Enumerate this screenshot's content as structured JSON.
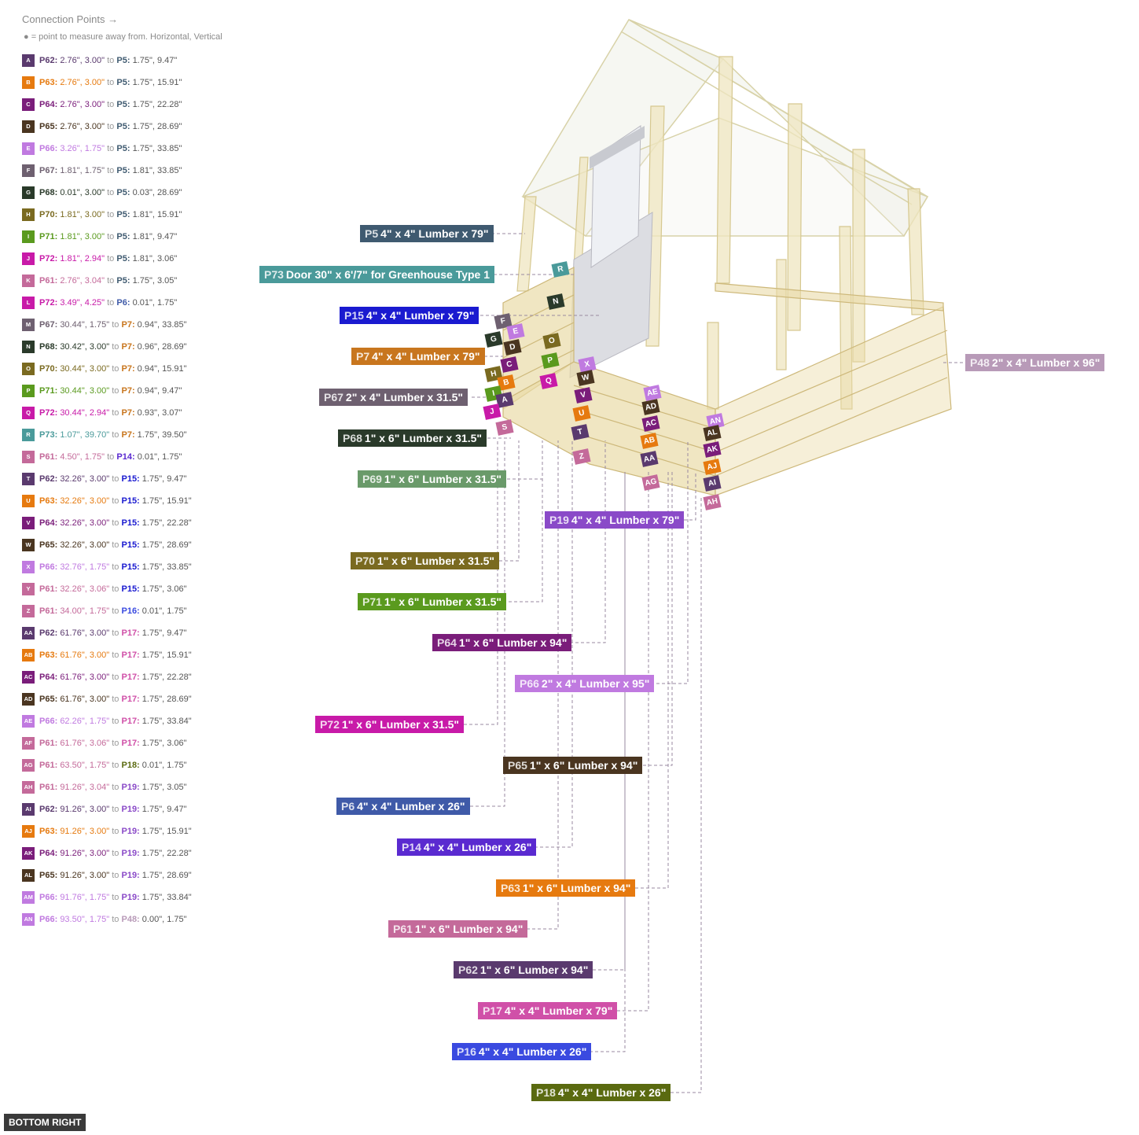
{
  "header": {
    "title": "Connection Points →",
    "note": "● = point to measure away from. Horizontal, Vertical"
  },
  "connection_points": [
    {
      "id": "A",
      "color": "#5a3a6e",
      "from": "P62:",
      "from_color": "#5a3a6e",
      "from_val": "2.76\", 3.00\"",
      "to": "to",
      "target": "P5:",
      "target_color": "#3f5a70",
      "target_val": "1.75\", 9.47\""
    },
    {
      "id": "B",
      "color": "#e67a0f",
      "from": "P63:",
      "from_color": "#e67a0f",
      "from_val": "2.76\", 3.00\"",
      "to": "to",
      "target": "P5:",
      "target_color": "#3f5a70",
      "target_val": "1.75\", 15.91\""
    },
    {
      "id": "C",
      "color": "#7a1d7a",
      "from": "P64:",
      "from_color": "#7a1d7a",
      "from_val": "2.76\", 3.00\"",
      "to": "to",
      "target": "P5:",
      "target_color": "#3f5a70",
      "target_val": "1.75\", 22.28\""
    },
    {
      "id": "D",
      "color": "#4a3520",
      "from": "P65:",
      "from_color": "#4a3520",
      "from_val": "2.76\", 3.00\"",
      "to": "to",
      "target": "P5:",
      "target_color": "#3f5a70",
      "target_val": "1.75\", 28.69\""
    },
    {
      "id": "E",
      "color": "#c07ae0",
      "from": "P66:",
      "from_color": "#c07ae0",
      "from_val": "3.26\", 1.75\"",
      "to": "to",
      "target": "P5:",
      "target_color": "#3f5a70",
      "target_val": "1.75\", 33.85\""
    },
    {
      "id": "F",
      "color": "#6e6070",
      "from": "P67:",
      "from_color": "#6e6070",
      "from_val": "1.81\", 1.75\"",
      "to": "to",
      "target": "P5:",
      "target_color": "#3f5a70",
      "target_val": "1.81\", 33.85\""
    },
    {
      "id": "G",
      "color": "#2a3a2a",
      "from": "P68:",
      "from_color": "#2a3a2a",
      "from_val": "0.01\", 3.00\"",
      "to": "to",
      "target": "P5:",
      "target_color": "#3f5a70",
      "target_val": "0.03\", 28.69\""
    },
    {
      "id": "H",
      "color": "#7a6a20",
      "from": "P70:",
      "from_color": "#7a6a20",
      "from_val": "1.81\", 3.00\"",
      "to": "to",
      "target": "P5:",
      "target_color": "#3f5a70",
      "target_val": "1.81\", 15.91\""
    },
    {
      "id": "I",
      "color": "#5a9a1e",
      "from": "P71:",
      "from_color": "#5a9a1e",
      "from_val": "1.81\", 3.00\"",
      "to": "to",
      "target": "P5:",
      "target_color": "#3f5a70",
      "target_val": "1.81\", 9.47\""
    },
    {
      "id": "J",
      "color": "#c81aa8",
      "from": "P72:",
      "from_color": "#c81aa8",
      "from_val": "1.81\", 2.94\"",
      "to": "to",
      "target": "P5:",
      "target_color": "#3f5a70",
      "target_val": "1.81\", 3.06\""
    },
    {
      "id": "K",
      "color": "#c46a9a",
      "from": "P61:",
      "from_color": "#c46a9a",
      "from_val": "2.76\", 3.04\"",
      "to": "to",
      "target": "P5:",
      "target_color": "#3f5a70",
      "target_val": "1.75\", 3.05\""
    },
    {
      "id": "L",
      "color": "#c81aa8",
      "from": "P72:",
      "from_color": "#c81aa8",
      "from_val": "3.49\", 4.25\"",
      "to": "to",
      "target": "P6:",
      "target_color": "#3f5aa8",
      "target_val": "0.01\", 1.75\""
    },
    {
      "id": "M",
      "color": "#6e6070",
      "from": "P67:",
      "from_color": "#6e6070",
      "from_val": "30.44\", 1.75\"",
      "to": "to",
      "target": "P7:",
      "target_color": "#c8761e",
      "target_val": "0.94\", 33.85\""
    },
    {
      "id": "N",
      "color": "#2a3a2a",
      "from": "P68:",
      "from_color": "#2a3a2a",
      "from_val": "30.42\", 3.00\"",
      "to": "to",
      "target": "P7:",
      "target_color": "#c8761e",
      "target_val": "0.96\", 28.69\""
    },
    {
      "id": "O",
      "color": "#7a6a20",
      "from": "P70:",
      "from_color": "#7a6a20",
      "from_val": "30.44\", 3.00\"",
      "to": "to",
      "target": "P7:",
      "target_color": "#c8761e",
      "target_val": "0.94\", 15.91\""
    },
    {
      "id": "P",
      "color": "#5a9a1e",
      "from": "P71:",
      "from_color": "#5a9a1e",
      "from_val": "30.44\", 3.00\"",
      "to": "to",
      "target": "P7:",
      "target_color": "#c8761e",
      "target_val": "0.94\", 9.47\""
    },
    {
      "id": "Q",
      "color": "#c81aa8",
      "from": "P72:",
      "from_color": "#c81aa8",
      "from_val": "30.44\", 2.94\"",
      "to": "to",
      "target": "P7:",
      "target_color": "#c8761e",
      "target_val": "0.93\", 3.07\""
    },
    {
      "id": "R",
      "color": "#4a9a9a",
      "from": "P73:",
      "from_color": "#4a9a9a",
      "from_val": "1.07\", 39.70\"",
      "to": "to",
      "target": "P7:",
      "target_color": "#c8761e",
      "target_val": "1.75\", 39.50\""
    },
    {
      "id": "S",
      "color": "#c46a9a",
      "from": "P61:",
      "from_color": "#c46a9a",
      "from_val": "4.50\", 1.75\"",
      "to": "to",
      "target": "P14:",
      "target_color": "#5a2ad0",
      "target_val": "0.01\", 1.75\""
    },
    {
      "id": "T",
      "color": "#5a3a6e",
      "from": "P62:",
      "from_color": "#5a3a6e",
      "from_val": "32.26\", 3.00\"",
      "to": "to",
      "target": "P15:",
      "target_color": "#1a1ad0",
      "target_val": "1.75\", 9.47\""
    },
    {
      "id": "U",
      "color": "#e67a0f",
      "from": "P63:",
      "from_color": "#e67a0f",
      "from_val": "32.26\", 3.00\"",
      "to": "to",
      "target": "P15:",
      "target_color": "#1a1ad0",
      "target_val": "1.75\", 15.91\""
    },
    {
      "id": "V",
      "color": "#7a1d7a",
      "from": "P64:",
      "from_color": "#7a1d7a",
      "from_val": "32.26\", 3.00\"",
      "to": "to",
      "target": "P15:",
      "target_color": "#1a1ad0",
      "target_val": "1.75\", 22.28\""
    },
    {
      "id": "W",
      "color": "#4a3520",
      "from": "P65:",
      "from_color": "#4a3520",
      "from_val": "32.26\", 3.00\"",
      "to": "to",
      "target": "P15:",
      "target_color": "#1a1ad0",
      "target_val": "1.75\", 28.69\""
    },
    {
      "id": "X",
      "color": "#c07ae0",
      "from": "P66:",
      "from_color": "#c07ae0",
      "from_val": "32.76\", 1.75\"",
      "to": "to",
      "target": "P15:",
      "target_color": "#1a1ad0",
      "target_val": "1.75\", 33.85\""
    },
    {
      "id": "Y",
      "color": "#c46a9a",
      "from": "P61:",
      "from_color": "#c46a9a",
      "from_val": "32.26\", 3.06\"",
      "to": "to",
      "target": "P15:",
      "target_color": "#1a1ad0",
      "target_val": "1.75\", 3.06\""
    },
    {
      "id": "Z",
      "color": "#c46a9a",
      "from": "P61:",
      "from_color": "#c46a9a",
      "from_val": "34.00\", 1.75\"",
      "to": "to",
      "target": "P16:",
      "target_color": "#3a4ae0",
      "target_val": "0.01\", 1.75\""
    },
    {
      "id": "AA",
      "color": "#5a3a6e",
      "from": "P62:",
      "from_color": "#5a3a6e",
      "from_val": "61.76\", 3.00\"",
      "to": "to",
      "target": "P17:",
      "target_color": "#d050a8",
      "target_val": "1.75\", 9.47\""
    },
    {
      "id": "AB",
      "color": "#e67a0f",
      "from": "P63:",
      "from_color": "#e67a0f",
      "from_val": "61.76\", 3.00\"",
      "to": "to",
      "target": "P17:",
      "target_color": "#d050a8",
      "target_val": "1.75\", 15.91\""
    },
    {
      "id": "AC",
      "color": "#7a1d7a",
      "from": "P64:",
      "from_color": "#7a1d7a",
      "from_val": "61.76\", 3.00\"",
      "to": "to",
      "target": "P17:",
      "target_color": "#d050a8",
      "target_val": "1.75\", 22.28\""
    },
    {
      "id": "AD",
      "color": "#4a3520",
      "from": "P65:",
      "from_color": "#4a3520",
      "from_val": "61.76\", 3.00\"",
      "to": "to",
      "target": "P17:",
      "target_color": "#d050a8",
      "target_val": "1.75\", 28.69\""
    },
    {
      "id": "AE",
      "color": "#c07ae0",
      "from": "P66:",
      "from_color": "#c07ae0",
      "from_val": "62.26\", 1.75\"",
      "to": "to",
      "target": "P17:",
      "target_color": "#d050a8",
      "target_val": "1.75\", 33.84\""
    },
    {
      "id": "AF",
      "color": "#c46a9a",
      "from": "P61:",
      "from_color": "#c46a9a",
      "from_val": "61.76\", 3.06\"",
      "to": "to",
      "target": "P17:",
      "target_color": "#d050a8",
      "target_val": "1.75\", 3.06\""
    },
    {
      "id": "AG",
      "color": "#c46a9a",
      "from": "P61:",
      "from_color": "#c46a9a",
      "from_val": "63.50\", 1.75\"",
      "to": "to",
      "target": "P18:",
      "target_color": "#5a6a10",
      "target_val": "0.01\", 1.75\""
    },
    {
      "id": "AH",
      "color": "#c46a9a",
      "from": "P61:",
      "from_color": "#c46a9a",
      "from_val": "91.26\", 3.04\"",
      "to": "to",
      "target": "P19:",
      "target_color": "#8a4ac8",
      "target_val": "1.75\", 3.05\""
    },
    {
      "id": "AI",
      "color": "#5a3a6e",
      "from": "P62:",
      "from_color": "#5a3a6e",
      "from_val": "91.26\", 3.00\"",
      "to": "to",
      "target": "P19:",
      "target_color": "#8a4ac8",
      "target_val": "1.75\", 9.47\""
    },
    {
      "id": "AJ",
      "color": "#e67a0f",
      "from": "P63:",
      "from_color": "#e67a0f",
      "from_val": "91.26\", 3.00\"",
      "to": "to",
      "target": "P19:",
      "target_color": "#8a4ac8",
      "target_val": "1.75\", 15.91\""
    },
    {
      "id": "AK",
      "color": "#7a1d7a",
      "from": "P64:",
      "from_color": "#7a1d7a",
      "from_val": "91.26\", 3.00\"",
      "to": "to",
      "target": "P19:",
      "target_color": "#8a4ac8",
      "target_val": "1.75\", 22.28\""
    },
    {
      "id": "AL",
      "color": "#4a3520",
      "from": "P65:",
      "from_color": "#4a3520",
      "from_val": "91.26\", 3.00\"",
      "to": "to",
      "target": "P19:",
      "target_color": "#8a4ac8",
      "target_val": "1.75\", 28.69\""
    },
    {
      "id": "AM",
      "color": "#c07ae0",
      "from": "P66:",
      "from_color": "#c07ae0",
      "from_val": "91.76\", 1.75\"",
      "to": "to",
      "target": "P19:",
      "target_color": "#8a4ac8",
      "target_val": "1.75\", 33.84\""
    },
    {
      "id": "AN",
      "color": "#c07ae0",
      "from": "P66:",
      "from_color": "#c07ae0",
      "from_val": "93.50\", 1.75\"",
      "to": "to",
      "target": "P48:",
      "target_color": "#b89ab8",
      "target_val": "0.00\", 1.75\""
    }
  ],
  "part_labels": [
    {
      "pid": "P5",
      "desc": "4\" x 4\" Lumber x 79\"",
      "color": "#3f5a70"
    },
    {
      "pid": "P73",
      "desc": "Door 30\" x 6'/7\" for Greenhouse Type 1",
      "color": "#4a9a9a"
    },
    {
      "pid": "P15",
      "desc": "4\" x 4\" Lumber x 79\"",
      "color": "#1a1ad0"
    },
    {
      "pid": "P7",
      "desc": "4\" x 4\" Lumber x 79\"",
      "color": "#c8761e"
    },
    {
      "pid": "P67",
      "desc": "2\" x 4\" Lumber  x 31.5\"",
      "color": "#6e6070"
    },
    {
      "pid": "P68",
      "desc": "1\" x 6\" Lumber x 31.5\"",
      "color": "#2a3a2a"
    },
    {
      "pid": "P69",
      "desc": "1\" x 6\" Lumber x 31.5\"",
      "color": "#6a9a6a"
    },
    {
      "pid": "P19",
      "desc": "4\" x 4\" Lumber x 79\"",
      "color": "#8a4ac8"
    },
    {
      "pid": "P70",
      "desc": "1\" x 6\" Lumber x 31.5\"",
      "color": "#7a6a20"
    },
    {
      "pid": "P71",
      "desc": "1\" x 6\" Lumber x 31.5\"",
      "color": "#5a9a1e"
    },
    {
      "pid": "P64",
      "desc": "1\" x 6\" Lumber x 94\"",
      "color": "#7a1d7a"
    },
    {
      "pid": "P66",
      "desc": "2\" x 4\" Lumber  x 95\"",
      "color": "#c07ae0"
    },
    {
      "pid": "P72",
      "desc": "1\" x 6\" Lumber x 31.5\"",
      "color": "#c81aa8"
    },
    {
      "pid": "P65",
      "desc": "1\" x 6\" Lumber x 94\"",
      "color": "#4a3520"
    },
    {
      "pid": "P6",
      "desc": "4\" x 4\" Lumber x 26\"",
      "color": "#3f5aa8"
    },
    {
      "pid": "P14",
      "desc": "4\" x 4\" Lumber x 26\"",
      "color": "#5a2ad0"
    },
    {
      "pid": "P63",
      "desc": "1\" x 6\" Lumber x 94\"",
      "color": "#e67a0f"
    },
    {
      "pid": "P61",
      "desc": "1\" x 6\" Lumber x 94\"",
      "color": "#c46a9a"
    },
    {
      "pid": "P62",
      "desc": "1\" x 6\" Lumber x 94\"",
      "color": "#5a3a6e"
    },
    {
      "pid": "P17",
      "desc": "4\" x 4\" Lumber x 79\"",
      "color": "#d050a8"
    },
    {
      "pid": "P16",
      "desc": "4\" x 4\" Lumber x 26\"",
      "color": "#3a4ae0"
    },
    {
      "pid": "P18",
      "desc": "4\" x 4\" Lumber x 26\"",
      "color": "#5a6a10"
    },
    {
      "pid": "P48",
      "desc": "2\" x 4\" Lumber  x 96\"",
      "color": "#b89ab8"
    }
  ],
  "view_label": "BOTTOM RIGHT"
}
